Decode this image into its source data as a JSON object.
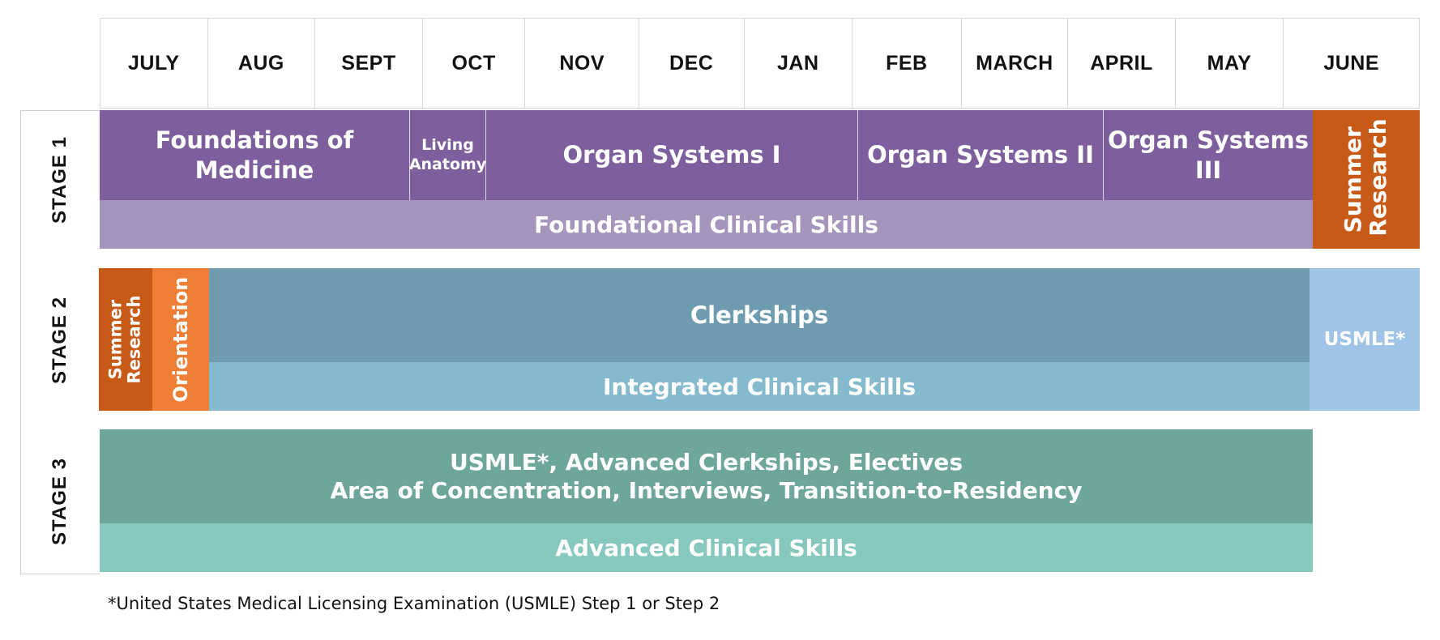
{
  "months": [
    "JULY",
    "AUG",
    "SEPT",
    "OCT",
    "NOV",
    "DEC",
    "JAN",
    "FEB",
    "MARCH",
    "APRIL",
    "MAY",
    "JUNE"
  ],
  "stages": {
    "stage1": "STAGE  1",
    "stage2": "STAGE 2",
    "stage3": "STAGE 3"
  },
  "stage1": {
    "foundations": "Foundations of Medicine",
    "living_anatomy": "Living Anatomy",
    "organ1": "Organ Systems I",
    "organ2": "Organ Systems II",
    "organ3": "Organ Systems III",
    "clinical_skills": "Foundational Clinical Skills",
    "summer_research": "Summer Research"
  },
  "stage2": {
    "summer_research": "Summer Research",
    "orientation": "Orientation",
    "clerkships": "Clerkships",
    "clinical_skills": "Integrated Clinical Skills",
    "usmle": "USMLE*"
  },
  "stage3": {
    "line1": "USMLE*, Advanced Clerkships, Electives",
    "line2": "Area of Concentration, Interviews, Transition-to-Residency",
    "clinical_skills": "Advanced Clinical Skills"
  },
  "footnote": "*United States Medical Licensing Examination (USMLE) Step 1 or Step 2",
  "colors": {
    "stage1_main": "#7d5f9e",
    "stage1_skills": "#a595bd",
    "summer_research": "#c85a17",
    "orientation": "#ee7d35",
    "clerkships": "#6f9bb0",
    "integrated_skills": "#85b9ce",
    "usmle": "#9fc4e7",
    "stage3_main": "#6fa69a",
    "stage3_skills": "#86c8bd"
  }
}
